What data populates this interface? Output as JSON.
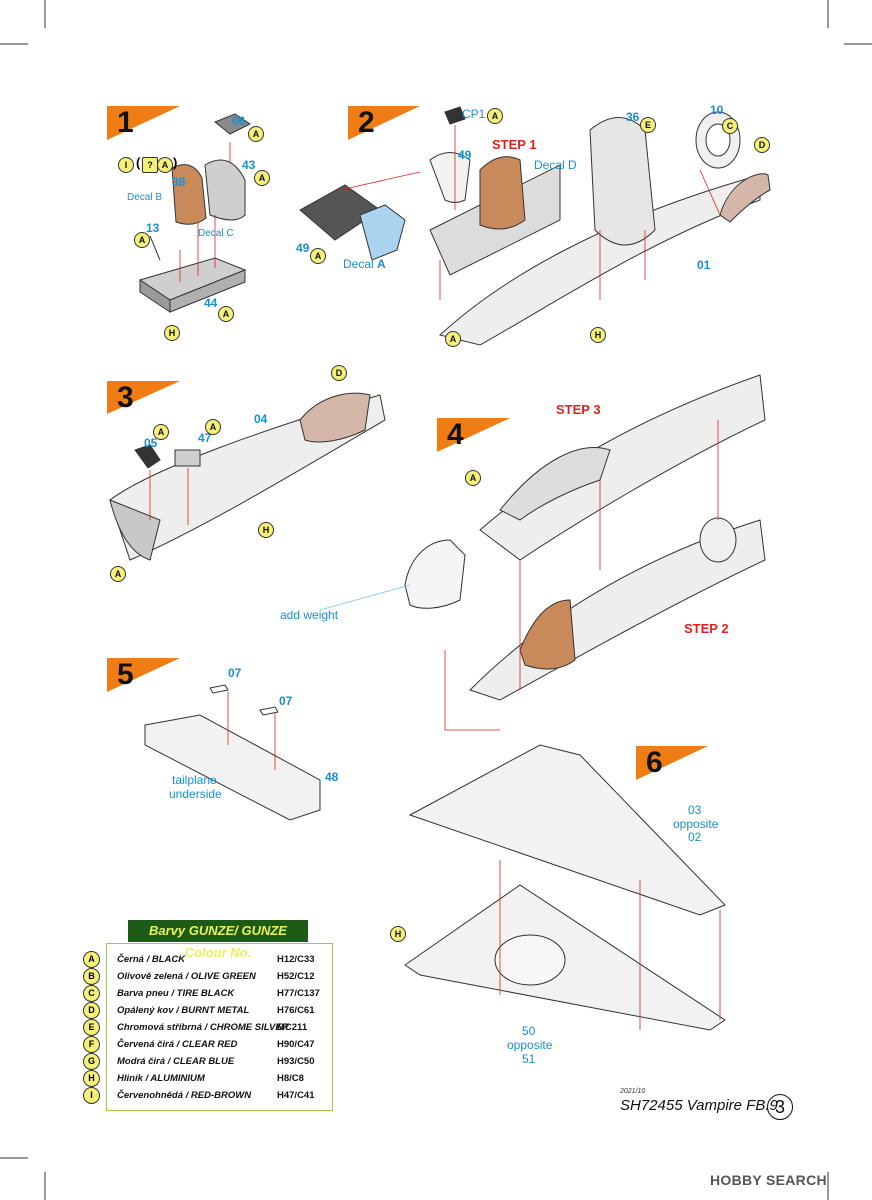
{
  "steps": [
    "1",
    "2",
    "3",
    "4",
    "5",
    "6"
  ],
  "step1": {
    "parts": [
      "06",
      "43",
      "38",
      "13",
      "44"
    ],
    "decals": [
      "Decal B",
      "Decal C"
    ],
    "paint_prefix": "(",
    "paint_suffix": ")"
  },
  "step2": {
    "parts": [
      "CP1",
      "49",
      "49",
      "36",
      "10",
      "01"
    ],
    "decals": [
      "Decal D",
      "Decal"
    ],
    "decal_letter": "A",
    "step_ref": "STEP 1"
  },
  "step3": {
    "parts": [
      "05",
      "47",
      "04"
    ]
  },
  "step4": {
    "step_refs": [
      "STEP 3",
      "STEP 2"
    ],
    "note": "add weight"
  },
  "step5": {
    "parts": [
      "07",
      "07",
      "48"
    ],
    "note_line1": "tailplane",
    "note_line2": "underside"
  },
  "step6": {
    "top_parts": [
      "03",
      "opposite",
      "02"
    ],
    "bottom_parts": [
      "50",
      "opposite",
      "51"
    ]
  },
  "legend": {
    "title": "Barvy GUNZE/ GUNZE Colour No.",
    "rows": [
      {
        "key": "A",
        "name": "Černá / BLACK",
        "code": "H12/C33"
      },
      {
        "key": "B",
        "name": "Olivově zelená / OLIVE GREEN",
        "code": "H52/C12"
      },
      {
        "key": "C",
        "name": "Barva pneu / TIRE BLACK",
        "code": "H77/C137"
      },
      {
        "key": "D",
        "name": "Opálený kov / BURNT METAL",
        "code": "H76/C61"
      },
      {
        "key": "E",
        "name": "Chromová stříbrná / CHROME SILVER",
        "code": "MC211"
      },
      {
        "key": "F",
        "name": "Červená čirá / CLEAR RED",
        "code": "H90/C47"
      },
      {
        "key": "G",
        "name": "Modrá čirá / CLEAR BLUE",
        "code": "H93/C50"
      },
      {
        "key": "H",
        "name": "Hliník / ALUMINIUM",
        "code": "H8/C8"
      },
      {
        "key": "I",
        "name": "Červenohnědá / RED-BROWN",
        "code": "H47/C41"
      }
    ]
  },
  "footer": {
    "date": "2021/10",
    "title": "SH72455 Vampire FB.9",
    "page": "3"
  },
  "watermark": "HOBBY SEARCH",
  "colors": {
    "accent_orange": "#f07d14",
    "part_blue": "#1a8fd1",
    "step_red": "#e02020",
    "legend_green": "#1d5a16",
    "paint_yellow": "#f5f07a"
  }
}
